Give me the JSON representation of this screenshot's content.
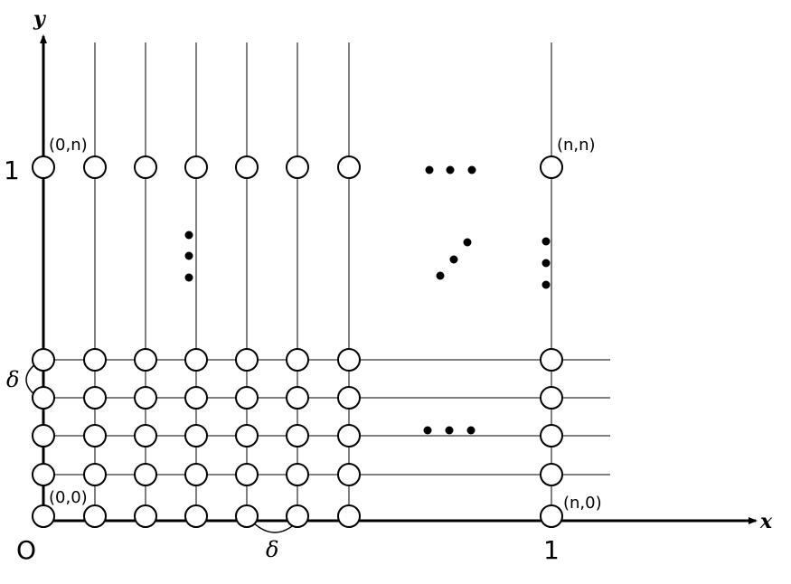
{
  "axes": {
    "x_label": "x",
    "y_label": "y"
  },
  "labels": {
    "origin": "O",
    "x_one": "1",
    "y_one": "1",
    "corner_0_0": "(0,0)",
    "corner_n_0": "(n,0)",
    "corner_0_n": "(0,n)",
    "corner_n_n": "(n,n)",
    "delta_x": "δ",
    "delta_y": "δ"
  },
  "grid": {
    "columns_shown": 8,
    "bottom_rows_shown": 5,
    "has_top_row": true,
    "ellipsis": [
      "horizontal-top",
      "horizontal-bottom",
      "vertical-left",
      "vertical-right",
      "diagonal"
    ]
  }
}
